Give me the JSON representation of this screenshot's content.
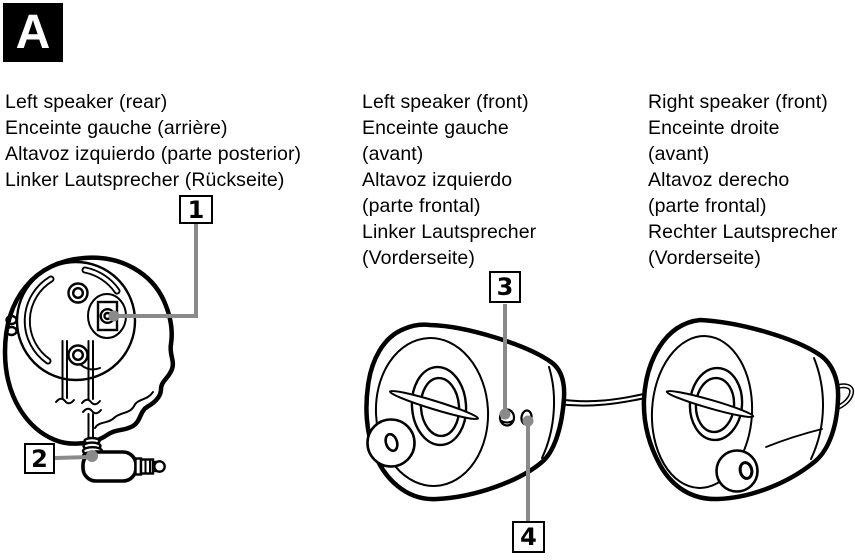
{
  "section_label": "A",
  "colors": {
    "line": "#000000",
    "background": "#ffffff",
    "leader": "#8a8a8a",
    "section_bg": "#000000",
    "section_fg": "#ffffff"
  },
  "labels": {
    "left_rear": {
      "lines": [
        "Left speaker (rear)",
        "Enceinte gauche (arrière)",
        "Altavoz izquierdo (parte posterior)",
        "Linker Lautsprecher (Rückseite)"
      ]
    },
    "left_front": {
      "lines": [
        "Left speaker (front)",
        "Enceinte gauche",
        "(avant)",
        "Altavoz izquierdo",
        "(parte frontal)",
        "Linker Lautsprecher",
        "(Vorderseite)"
      ]
    },
    "right_front": {
      "lines": [
        "Right speaker (front)",
        "Enceinte droite",
        "(avant)",
        "Altavoz derecho",
        "(parte frontal)",
        "Rechter Lautsprecher",
        "(Vorderseite)"
      ]
    }
  },
  "callouts": [
    {
      "number": "1"
    },
    {
      "number": "2"
    },
    {
      "number": "3"
    },
    {
      "number": "4"
    }
  ]
}
